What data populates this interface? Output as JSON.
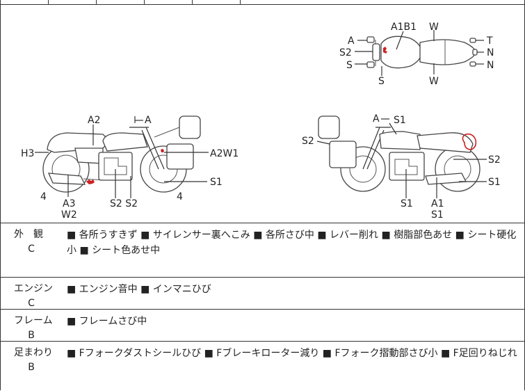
{
  "top_labels": {
    "A": "A",
    "A1B1": "A1B1",
    "W_top": "W",
    "T": "T",
    "S2": "S2",
    "N1": "N",
    "S": "S",
    "N2": "N",
    "S_bottom": "S",
    "W_bottom": "W"
  },
  "left_labels": {
    "A2": "A2",
    "A": "A",
    "H3": "H3",
    "A2W1": "A2W1",
    "S1": "S1",
    "four_left": "4",
    "A3": "A3",
    "W2": "W2",
    "S2S2": "S2 S2",
    "four_right": "4"
  },
  "right_labels": {
    "A": "A",
    "S1_top": "S1",
    "S2_left": "S2",
    "S2_right": "S2",
    "S1_right": "S1",
    "S1_mid": "S1",
    "A1": "A1",
    "S1_bottom": "S1"
  },
  "rows": [
    {
      "category": "外　観",
      "grade": "C",
      "text": "■ 各所うすきず ■ サイレンサー裏へこみ ■ 各所さび中 ■ レバー削れ ■ 樹脂部色あせ ■ シート硬化小 ■ シート色あせ中"
    },
    {
      "category": "エンジン",
      "grade": "C",
      "text": "■ エンジン音中 ■ インマニひび"
    },
    {
      "category": "フレーム",
      "grade": "B",
      "text": "■ フレームさび中"
    },
    {
      "category": "足まわり",
      "grade": "B",
      "text": "■ Fフォークダストシールひび ■ Fブレーキローター減り ■ Fフォーク摺動部さび小 ■ F足回りねじれ"
    }
  ],
  "colors": {
    "damage_mark": "#cc2222",
    "line": "#333333"
  }
}
